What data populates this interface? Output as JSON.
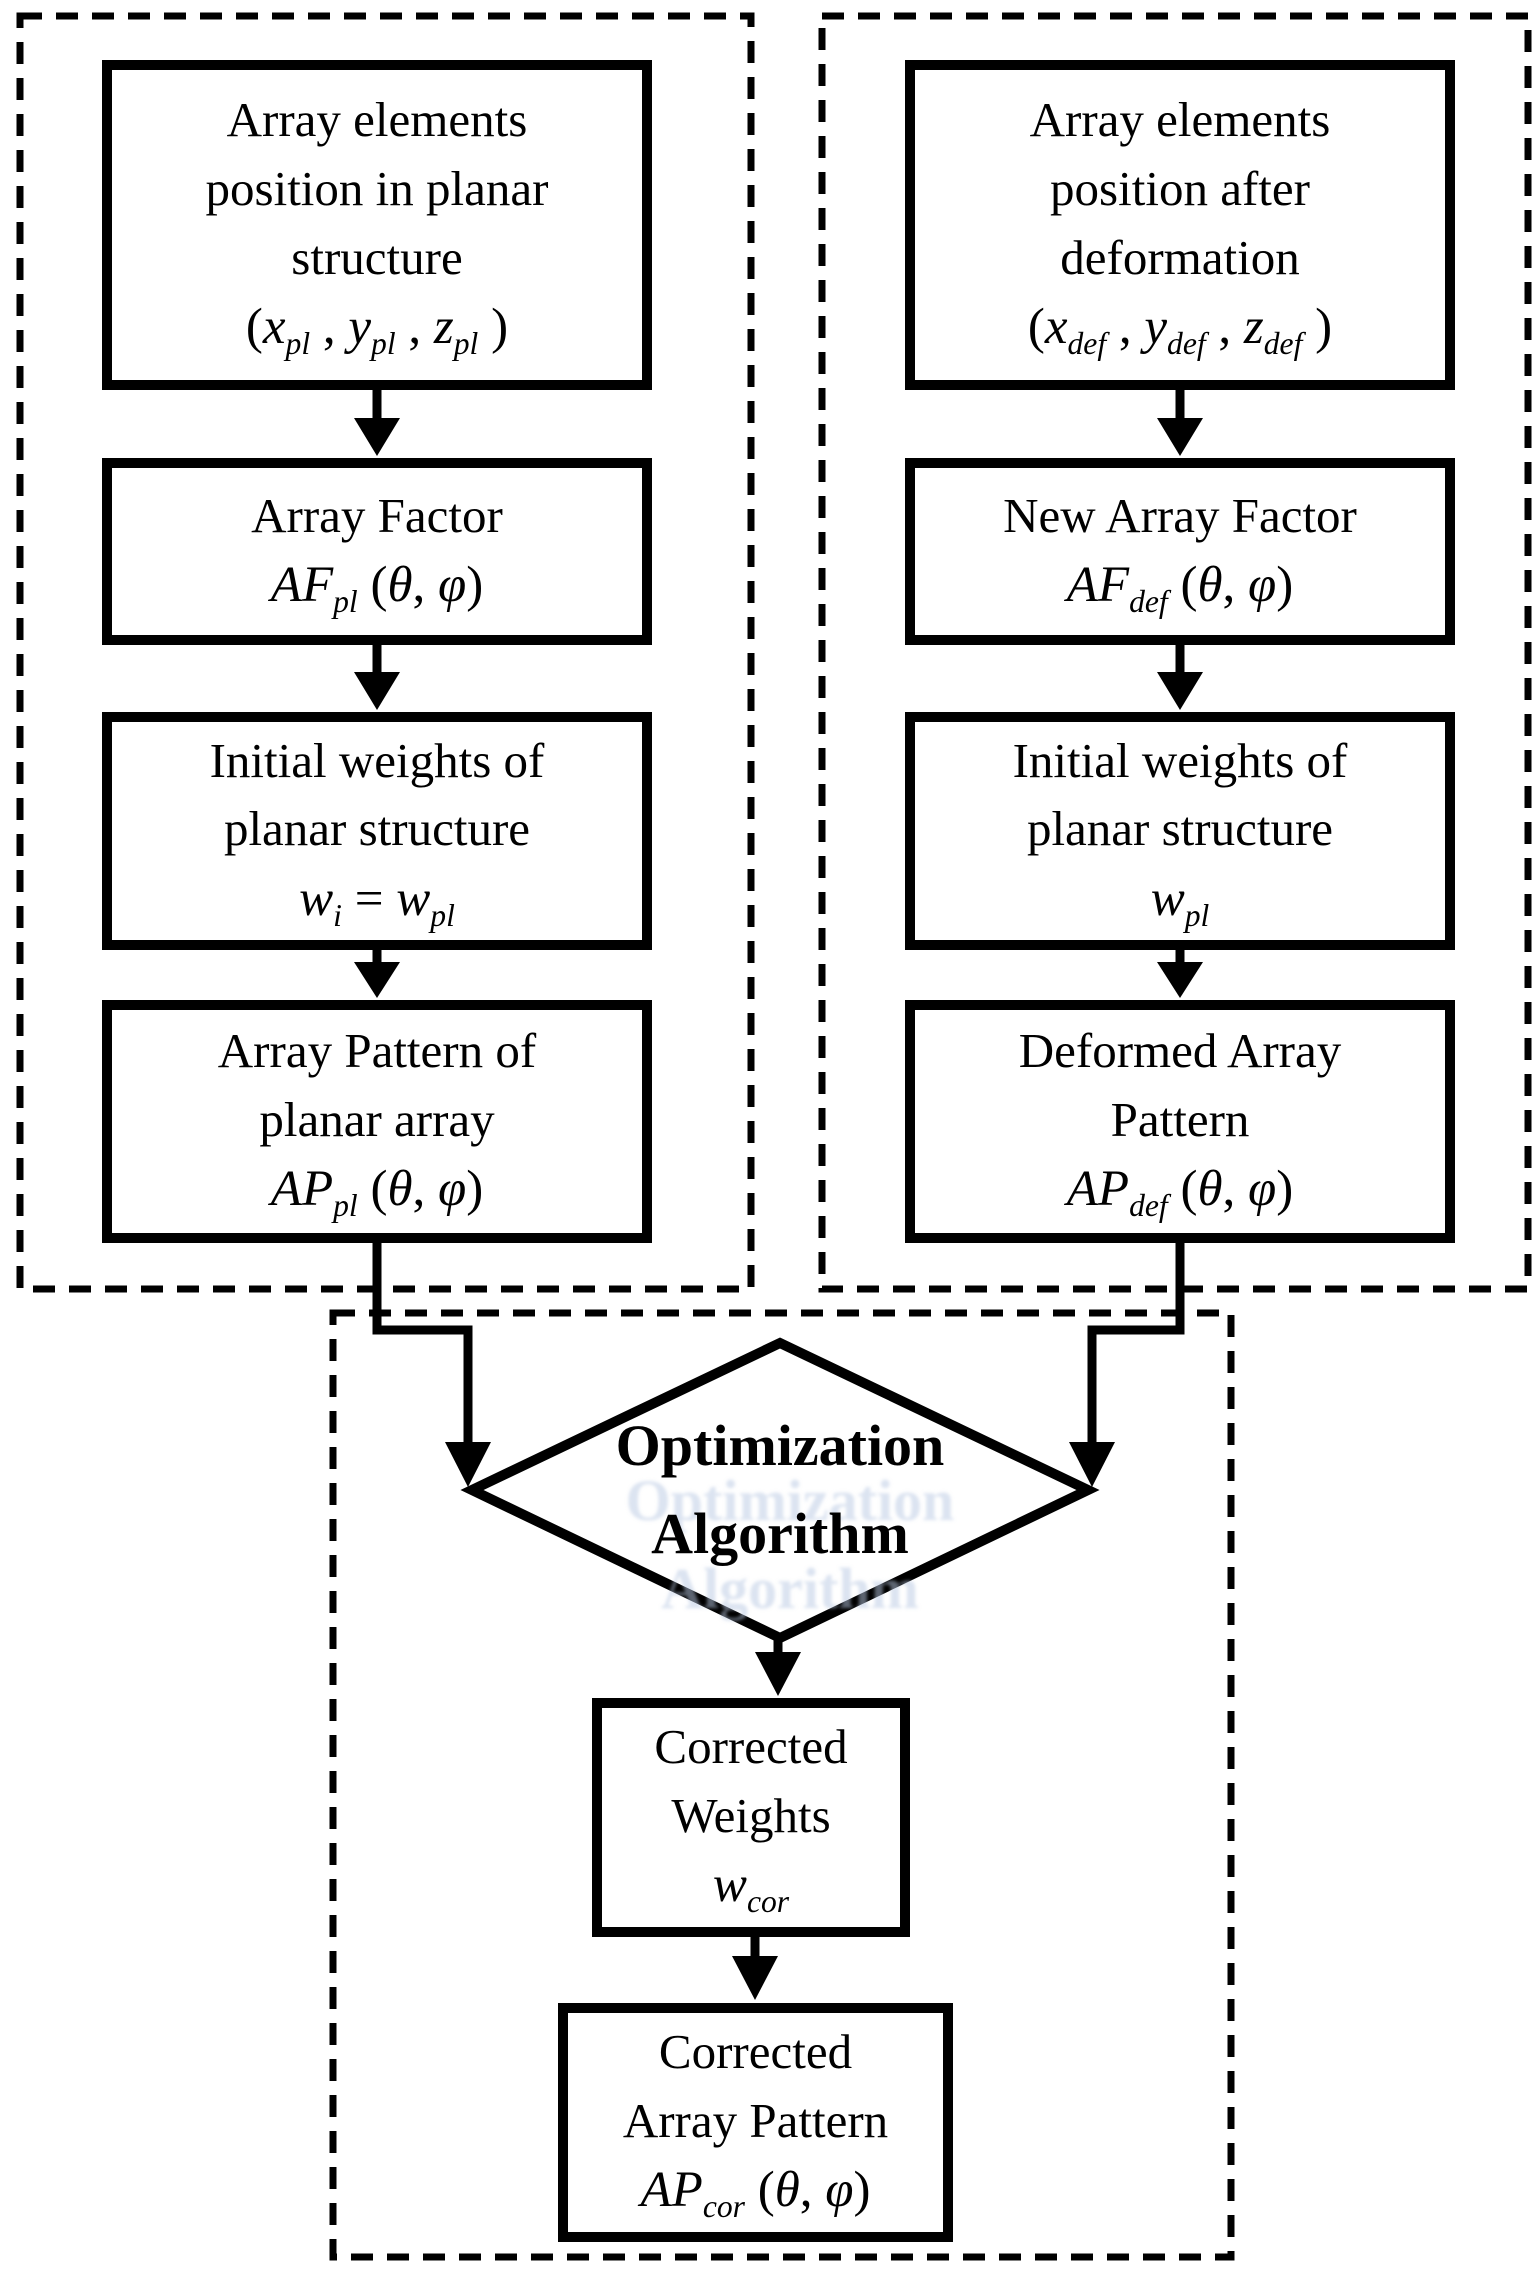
{
  "left": {
    "panel_name": "planar-structure-branch",
    "boxes": [
      {
        "lines": [
          "Array elements",
          "position in planar",
          "structure"
        ],
        "formula": [
          {
            "t": "("
          },
          {
            "t": "x",
            "i": true
          },
          {
            "t": "pl",
            "i": true,
            "sub": true
          },
          {
            "t": " , "
          },
          {
            "t": "y",
            "i": true
          },
          {
            "t": "pl",
            "i": true,
            "sub": true
          },
          {
            "t": " , "
          },
          {
            "t": "z",
            "i": true
          },
          {
            "t": "pl",
            "i": true,
            "sub": true
          },
          {
            "t": " )"
          }
        ]
      },
      {
        "lines": [
          "Array Factor"
        ],
        "formula": [
          {
            "t": "AF",
            "i": true
          },
          {
            "t": "pl",
            "i": true,
            "sub": true
          },
          {
            "t": " ("
          },
          {
            "t": "θ",
            "i": true
          },
          {
            "t": ", "
          },
          {
            "t": "φ",
            "i": true
          },
          {
            "t": ")"
          }
        ]
      },
      {
        "lines": [
          "Initial weights of",
          "planar structure"
        ],
        "formula": [
          {
            "t": "w",
            "i": true
          },
          {
            "t": "i",
            "i": true,
            "sub": true
          },
          {
            "t": " = "
          },
          {
            "t": "w",
            "i": true
          },
          {
            "t": "pl",
            "i": true,
            "sub": true
          }
        ]
      },
      {
        "lines": [
          "Array Pattern of",
          "planar array"
        ],
        "formula": [
          {
            "t": "AP",
            "i": true
          },
          {
            "t": "pl",
            "i": true,
            "sub": true
          },
          {
            "t": " ("
          },
          {
            "t": "θ",
            "i": true
          },
          {
            "t": ", "
          },
          {
            "t": "φ",
            "i": true
          },
          {
            "t": ")"
          }
        ]
      }
    ]
  },
  "right": {
    "panel_name": "deformed-structure-branch",
    "boxes": [
      {
        "lines": [
          "Array elements",
          "position after",
          "deformation"
        ],
        "formula": [
          {
            "t": "("
          },
          {
            "t": "x",
            "i": true
          },
          {
            "t": "def",
            "i": true,
            "sub": true
          },
          {
            "t": " , "
          },
          {
            "t": "y",
            "i": true
          },
          {
            "t": "def",
            "i": true,
            "sub": true
          },
          {
            "t": " , "
          },
          {
            "t": "z",
            "i": true
          },
          {
            "t": "def",
            "i": true,
            "sub": true
          },
          {
            "t": " )"
          }
        ]
      },
      {
        "lines": [
          "New Array Factor"
        ],
        "formula": [
          {
            "t": "AF",
            "i": true
          },
          {
            "t": "def",
            "i": true,
            "sub": true
          },
          {
            "t": " ("
          },
          {
            "t": "θ",
            "i": true
          },
          {
            "t": ", "
          },
          {
            "t": "φ",
            "i": true
          },
          {
            "t": ")"
          }
        ]
      },
      {
        "lines": [
          "Initial weights of",
          "planar structure"
        ],
        "formula": [
          {
            "t": "w",
            "i": true
          },
          {
            "t": "pl",
            "i": true,
            "sub": true
          }
        ]
      },
      {
        "lines": [
          "Deformed Array",
          "Pattern"
        ],
        "formula": [
          {
            "t": "AP",
            "i": true
          },
          {
            "t": "def",
            "i": true,
            "sub": true
          },
          {
            "t": " ("
          },
          {
            "t": "θ",
            "i": true
          },
          {
            "t": ", "
          },
          {
            "t": "φ",
            "i": true
          },
          {
            "t": ")"
          }
        ]
      }
    ]
  },
  "bottom": {
    "panel_name": "correction-branch",
    "diamond": {
      "lines": [
        "Optimization",
        "Algorithm"
      ]
    },
    "boxes": [
      {
        "lines": [
          "Corrected",
          "Weights"
        ],
        "formula": [
          {
            "t": "w",
            "i": true
          },
          {
            "t": "cor",
            "i": true,
            "sub": true
          }
        ]
      },
      {
        "lines": [
          "Corrected",
          "Array Pattern"
        ],
        "formula": [
          {
            "t": "AP",
            "i": true
          },
          {
            "t": "cor",
            "i": true,
            "sub": true
          },
          {
            "t": " ("
          },
          {
            "t": "θ",
            "i": true
          },
          {
            "t": ", "
          },
          {
            "t": "φ",
            "i": true
          },
          {
            "t": ")"
          }
        ]
      }
    ]
  },
  "colors": {
    "ink": "#000000",
    "background": "#ffffff",
    "ghost_shadow": "#c7d4ea"
  }
}
